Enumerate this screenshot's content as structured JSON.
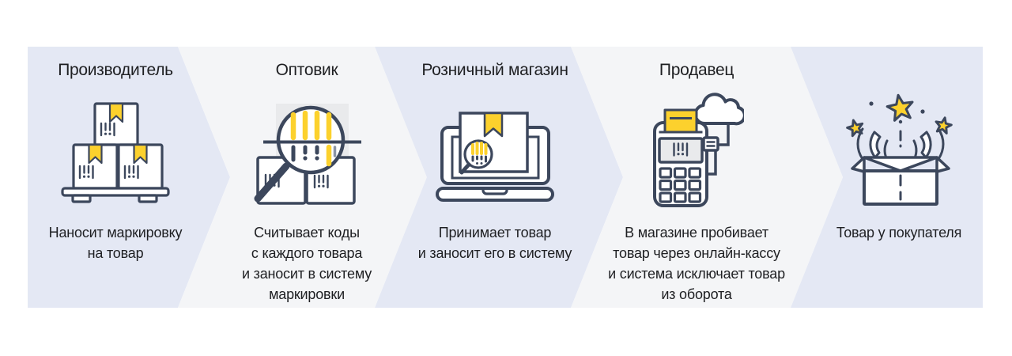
{
  "palette": {
    "lavender": "#e4e8f4",
    "gray": "#f4f5f7",
    "ink": "#3c475c",
    "yellow": "#fcd12d",
    "panel": "#e9eaec",
    "text": "#1e1f22",
    "canvas": "#ffffff"
  },
  "flow": {
    "sections": [
      {
        "id": "manufacturer",
        "title": "Производитель",
        "caption": "Наносит маркировку\nна товар",
        "icon": "pallet-boxes-icon",
        "bg": "lavender"
      },
      {
        "id": "wholesaler",
        "title": "Оптовик",
        "caption": "Считывает коды\nс каждого товара\nи заносит в систему\nмаркировки",
        "icon": "barcode-magnifier-icon",
        "bg": "gray"
      },
      {
        "id": "retail-store",
        "title": "Розничный магазин",
        "caption": "Принимает товар\nи заносит его в систему",
        "icon": "laptop-box-icon",
        "bg": "lavender"
      },
      {
        "id": "seller",
        "title": "Продавец",
        "caption": "В магазине пробивает\nтовар через онлайн-кассу\nи система исключает товар\nиз оборота",
        "icon": "pos-terminal-cloud-icon",
        "bg": "gray"
      },
      {
        "id": "buyer",
        "title": "",
        "caption": "Товар у покупателя",
        "icon": "open-box-stars-icon",
        "bg": "lavender"
      }
    ]
  }
}
